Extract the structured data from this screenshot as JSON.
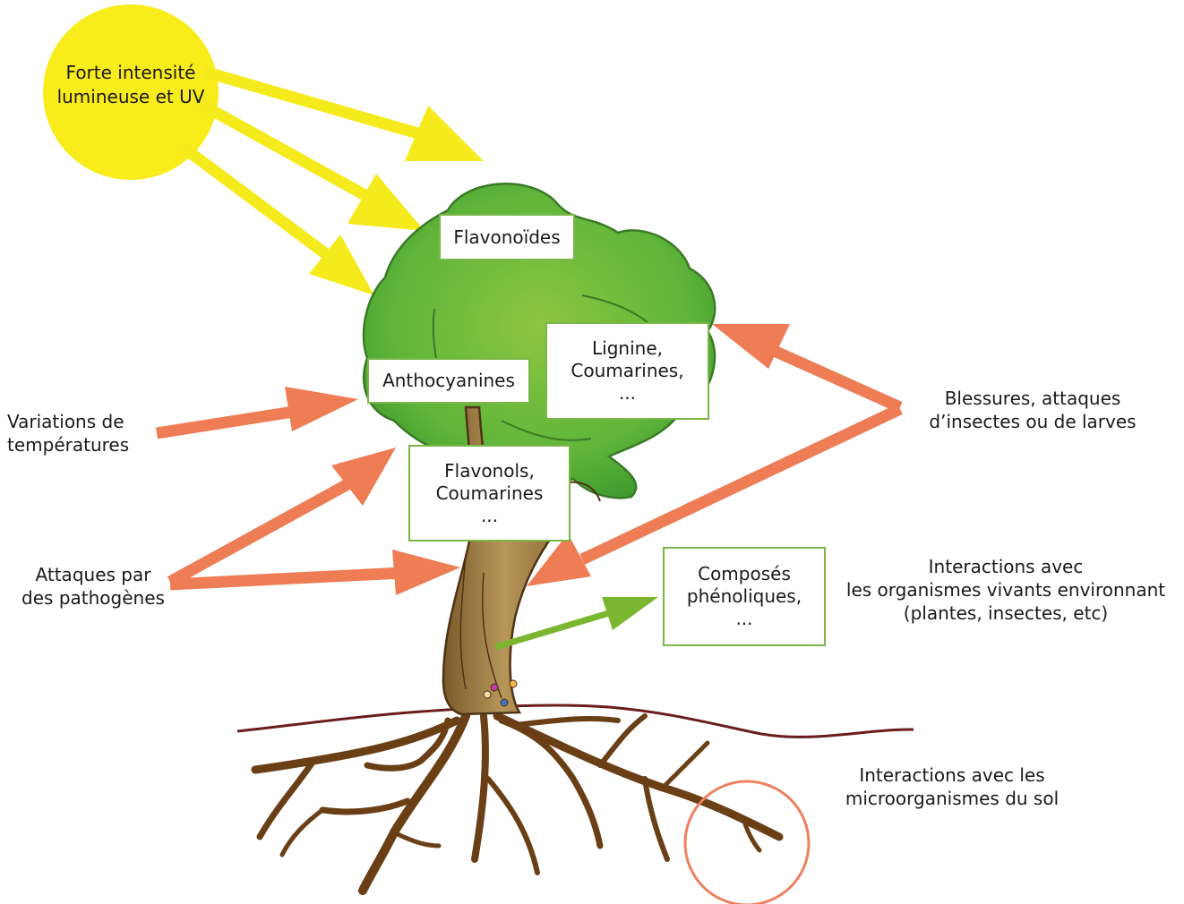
{
  "sun": {
    "line1": "Forte intensité",
    "line2": "lumineuse et UV"
  },
  "boxes": {
    "flavonoides": {
      "lines": [
        "Flavonoïdes"
      ]
    },
    "anthocyanines": {
      "lines": [
        "Anthocyanines"
      ]
    },
    "lignine": {
      "lines": [
        "Lignine,",
        "Coumarines,",
        "..."
      ]
    },
    "flavonols": {
      "lines": [
        "Flavonols,",
        "Coumarines",
        "..."
      ]
    },
    "composes": {
      "lines": [
        "Composés",
        "phénoliques,",
        "..."
      ]
    }
  },
  "labels": {
    "temperatures": [
      "Variations de",
      "températures"
    ],
    "pathogenes": [
      "Attaques par",
      "des pathogènes"
    ],
    "blessures": [
      "Blessures, attaques",
      "d’insectes ou de larves"
    ],
    "interactions_vivants": [
      "Interactions avec",
      "les organismes vivants environnant",
      "(plantes, insectes, etc)"
    ],
    "interactions_sol": [
      "Interactions avec les",
      "microorganismes du sol"
    ]
  },
  "colors": {
    "sun": "#f9ec1b",
    "sun_arrow": "#f5ea1c",
    "stress_arrow": "#ee7c55",
    "green_arrow": "#7ab62f",
    "box_border": "#7ab648",
    "foliage": "#5db83a",
    "trunk": "#a8854a",
    "roots": "#6b3f16",
    "soil_line": "#6b1d1d",
    "circle": "#ee8060"
  }
}
